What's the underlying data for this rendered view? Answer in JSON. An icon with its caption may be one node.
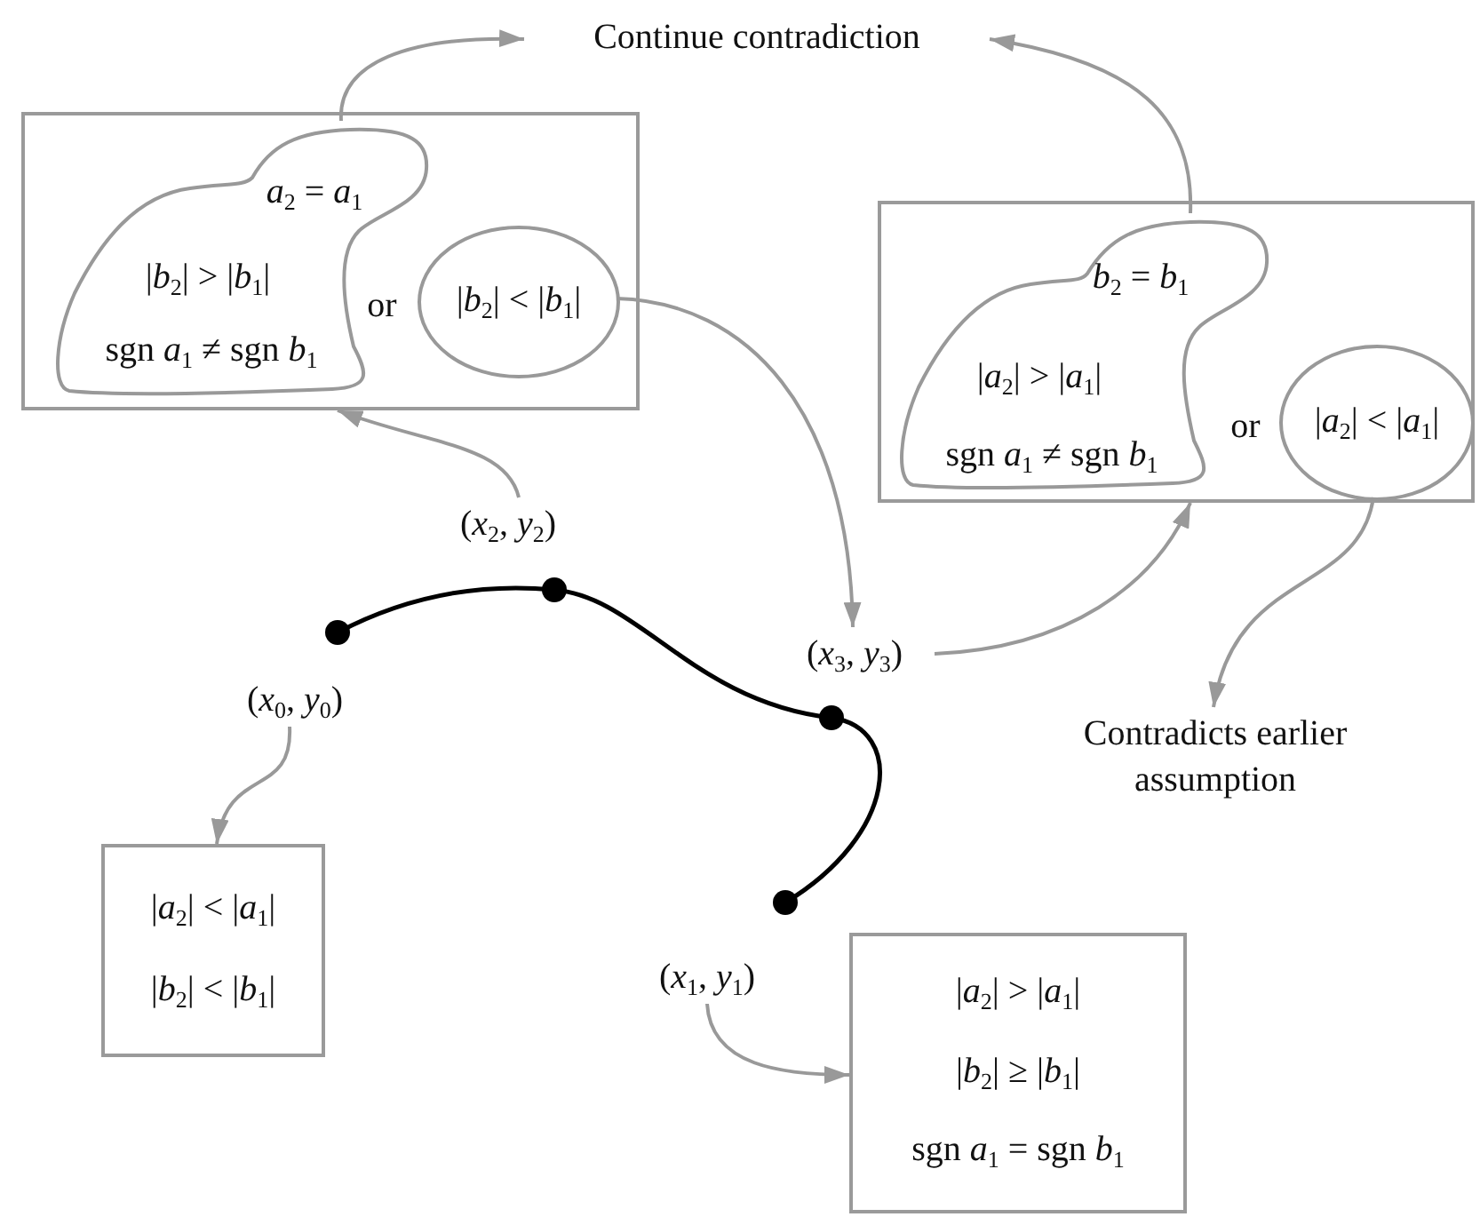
{
  "diagram": {
    "nodes": [
      {
        "text": [
          "or"
        ]
      },
      {
        "text": [
          "*a*$_{2}$ = *a*$_{1}$",
          "|*b*$_{2}$| > |*b*$_{1}$|",
          "sgn *a*$_{1}$ ≠ sgn *b*$_{1}$"
        ],
        "in": 0
      },
      {
        "text": [
          "|*b*$_{2}$| < |*b*$_{1}$|"
        ],
        "in": 0
      },
      {
        "text": [
          "Continue contradiction"
        ]
      },
      {
        "text": [
          "or"
        ]
      },
      {
        "text": [
          "*b*$_{2}$ = *b*$_{1}$",
          "|*a*$_{2}$| > |*a*$_{1}$|",
          "sgn *a*$_{1}$ ≠ sgn *b*$_{1}$"
        ],
        "in": 4
      },
      {
        "text": [
          "|*a*$_{2}$| < |*a*$_{1}$|"
        ],
        "in": 4
      },
      {
        "text": [
          "(*x*$_{2}$, *y*$_{2}$)"
        ]
      },
      {
        "text": [
          "(*x*$_{3}$, *y*$_{3}$)"
        ]
      },
      {
        "text": [
          "Contradicts earlier assumption"
        ]
      },
      {
        "text": [
          "(*x*$_{0}$, *y*$_{0}$)"
        ]
      },
      {
        "text": [
          "(*x*$_{1}$, *y*$_{1}$)"
        ]
      },
      {
        "text": [
          "|*a*$_{2}$| < |*a*$_{1}$|",
          "|*b*$_{2}$| < |*b*$_{1}$|"
        ]
      },
      {
        "text": [
          "|*a*$_{2}$| > |*a*$_{1}$|",
          "|*b*$_{2}$| ≥ |*b*$_{1}$|",
          "sgn *a*$_{1}$ = sgn *b*$_{1}$"
        ]
      }
    ],
    "edges": [
      {
        "from": 1,
        "to": 3,
        "arrow": "to"
      },
      {
        "from": 7,
        "to": 0,
        "arrow": "to"
      },
      {
        "from": 2,
        "to": 8,
        "arrow": "to"
      },
      {
        "from": 5,
        "to": 3,
        "arrow": "to"
      },
      {
        "from": 8,
        "to": 4,
        "arrow": "to"
      },
      {
        "from": 6,
        "to": 9,
        "arrow": "to"
      },
      {
        "from": 10,
        "to": 12,
        "arrow": "to"
      },
      {
        "from": 11,
        "to": 13,
        "arrow": "to"
      }
    ]
  }
}
